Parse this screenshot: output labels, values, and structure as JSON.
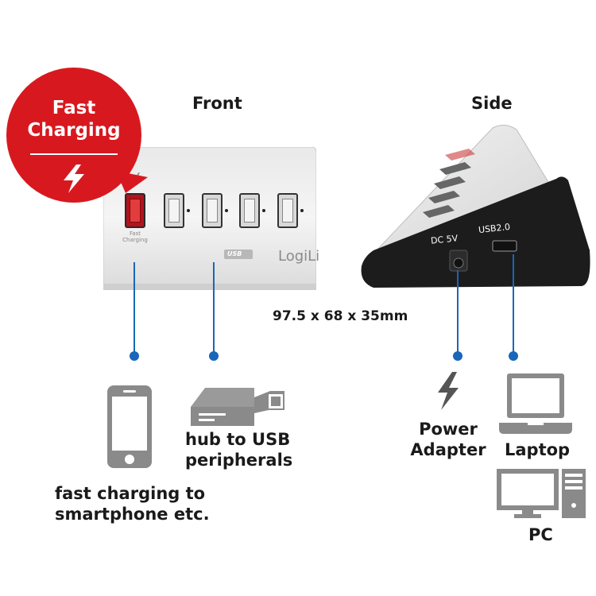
{
  "badge": {
    "line1": "Fast",
    "line2": "Charging"
  },
  "front": {
    "heading": "Front",
    "port_label": "Fast\nCharging",
    "brand": "LogiLi",
    "usb_logo": "USB"
  },
  "side": {
    "heading": "Side",
    "dc_label": "DC 5V",
    "usb_label": "USB2.0"
  },
  "dimensions": "97.5 x 68 x 35mm",
  "labels": {
    "smartphone": [
      "fast charging to",
      "smartphone etc."
    ],
    "peripherals": [
      "hub to USB",
      "peripherals"
    ],
    "power": [
      "Power",
      "Adapter"
    ],
    "laptop": "Laptop",
    "pc": "PC"
  },
  "colors": {
    "badge_red": "#d7191f",
    "accent_blue": "#1a66b8",
    "icon_grey": "#8a8a8a"
  },
  "icons": [
    "lightning-icon",
    "smartphone-icon",
    "card-reader-icon",
    "lightning-icon",
    "laptop-icon",
    "pc-icon"
  ]
}
